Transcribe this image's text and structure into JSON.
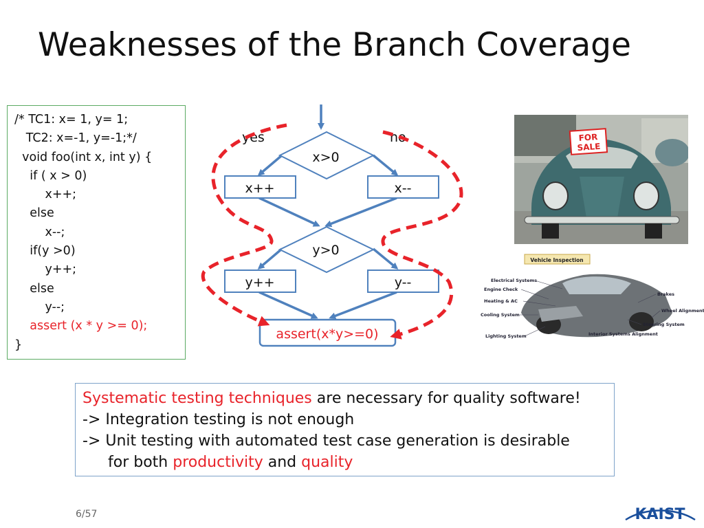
{
  "slide": {
    "title": "Weaknesses of the Branch Coverage",
    "page": "6/57"
  },
  "code": {
    "lines": [
      "/* TC1: x= 1, y= 1;",
      "   TC2: x=-1, y=-1;*/",
      "  void foo(int x, int y) {",
      "    if ( x > 0)",
      "        x++;",
      "    else",
      "        x--;",
      "    if(y >0)",
      "        y++;",
      "    else",
      "        y--;",
      "    assert (x * y >= 0);",
      "}"
    ],
    "highlight_color": "#e8232a"
  },
  "flowchart": {
    "yes_label": "yes",
    "no_label": "no",
    "decision1": "x>0",
    "branch1_true": "x++",
    "branch1_false": "x--",
    "decision2": "y>0",
    "branch2_true": "y++",
    "branch2_false": "y--",
    "assert_label": "assert(x*y>=0)",
    "arrow_color": "#4f81bd",
    "path_color": "#e8232a"
  },
  "images": {
    "car_photo_sign_line1": "FOR",
    "car_photo_sign_line2": "SALE",
    "diagram_title": "Vehicle Inspection",
    "diagram_labels": [
      "Electrical Systems",
      "Engine Check",
      "Heating & AC",
      "Cooling System",
      "Lighting System",
      "Brakes",
      "Wheel Alignment",
      "Steering System",
      "Interior Systems Alignment"
    ]
  },
  "note": {
    "line1_red": "Systematic testing techniques",
    "line1_rest": " are necessary for quality software!",
    "line2": "-> Integration testing is not enough",
    "line3": "-> Unit testing with automated test case generation is desirable",
    "line4_pre": "for both ",
    "line4_red1": "productivity",
    "line4_mid": " and ",
    "line4_red2": "quality",
    "border_color": "#7da2c9"
  },
  "logo": {
    "text": "KAIST",
    "color": "#1a4f9c"
  }
}
